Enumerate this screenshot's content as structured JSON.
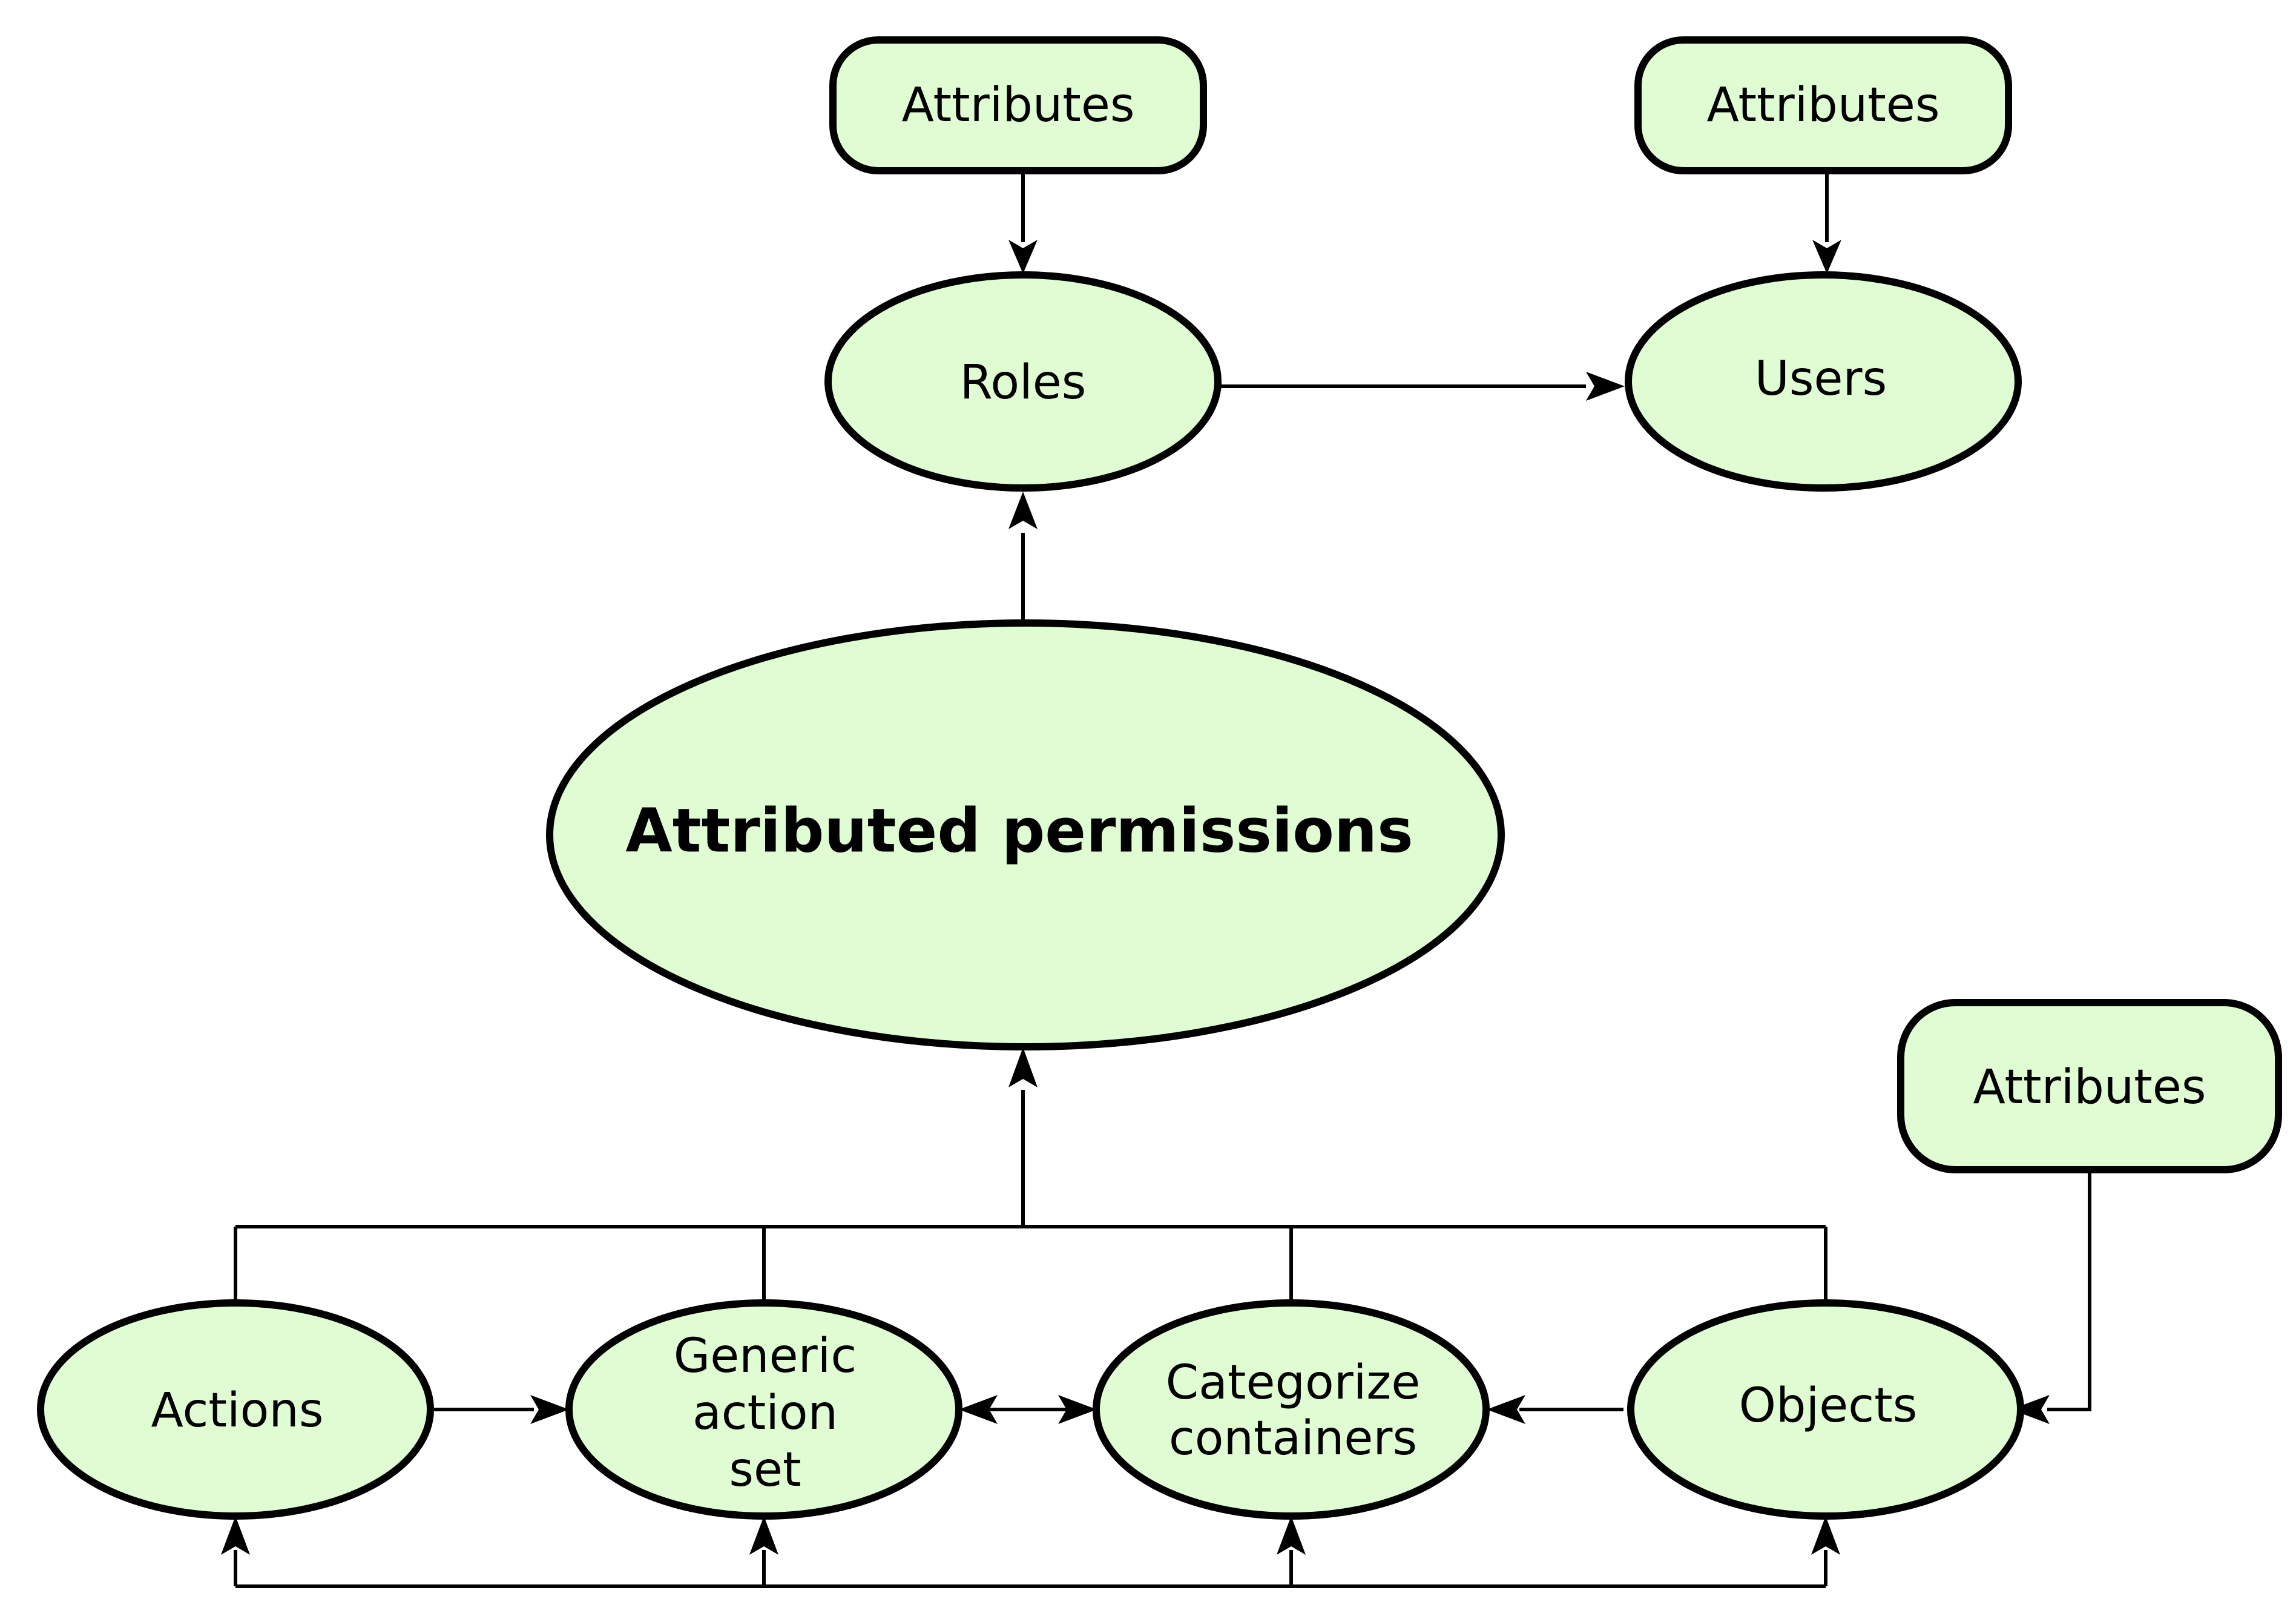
{
  "nodes": {
    "attributes_roles": {
      "label": "Attributes"
    },
    "attributes_users": {
      "label": "Attributes"
    },
    "attributes_objects": {
      "label": "Attributes"
    },
    "roles": {
      "label": "Roles"
    },
    "users": {
      "label": "Users"
    },
    "attributed_permissions": {
      "label": "Attributed permissions"
    },
    "actions": {
      "label": "Actions"
    },
    "generic_action_set": {
      "lines": [
        "Generic",
        "action",
        "set"
      ]
    },
    "categorize_containers": {
      "lines": [
        "Categorize",
        "containers"
      ]
    },
    "objects": {
      "label": "Objects"
    }
  },
  "colors": {
    "node_fill": "#e0fcd2",
    "stroke": "#000000"
  }
}
